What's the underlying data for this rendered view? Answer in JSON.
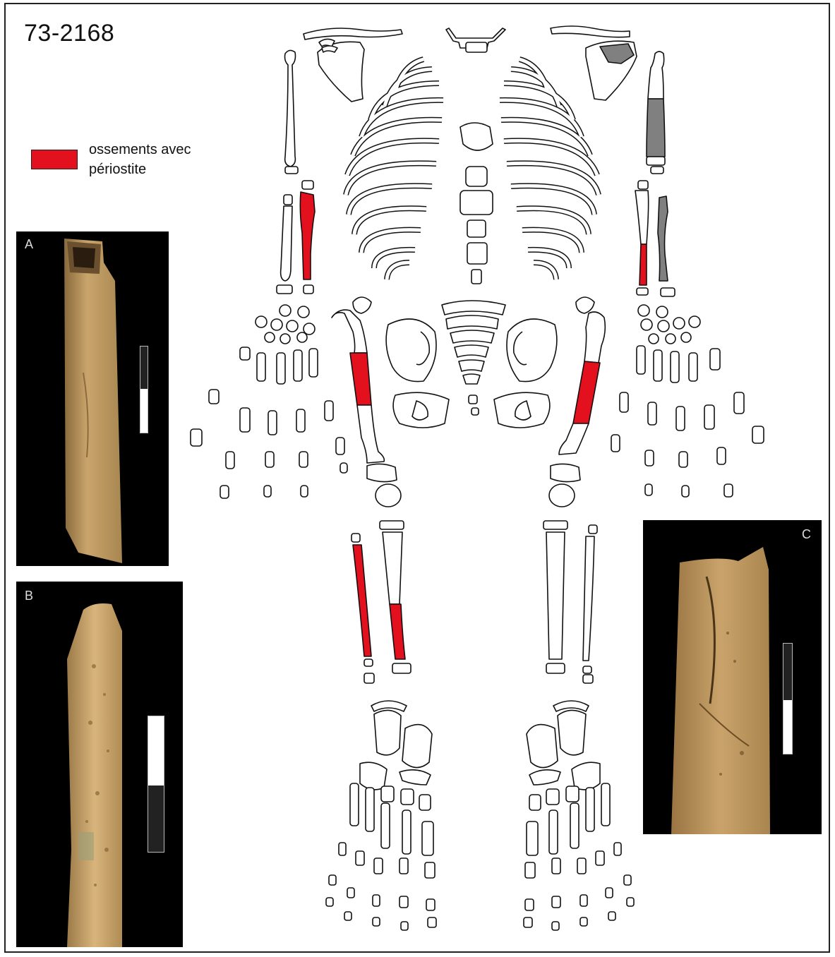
{
  "title": "73-2168",
  "legend": {
    "label_line1": "ossements avec",
    "label_line2": "périostite",
    "color": "#e3101e"
  },
  "photos": [
    {
      "label": "A"
    },
    {
      "label": "B"
    },
    {
      "label": "C"
    }
  ],
  "colors": {
    "periostitis": "#e3101e",
    "missing_grey": "#808080",
    "bone_outline": "#111111",
    "bone_fill": "#ffffff",
    "photo_bg": "#000000",
    "bone_photo": "#c9a56c"
  }
}
